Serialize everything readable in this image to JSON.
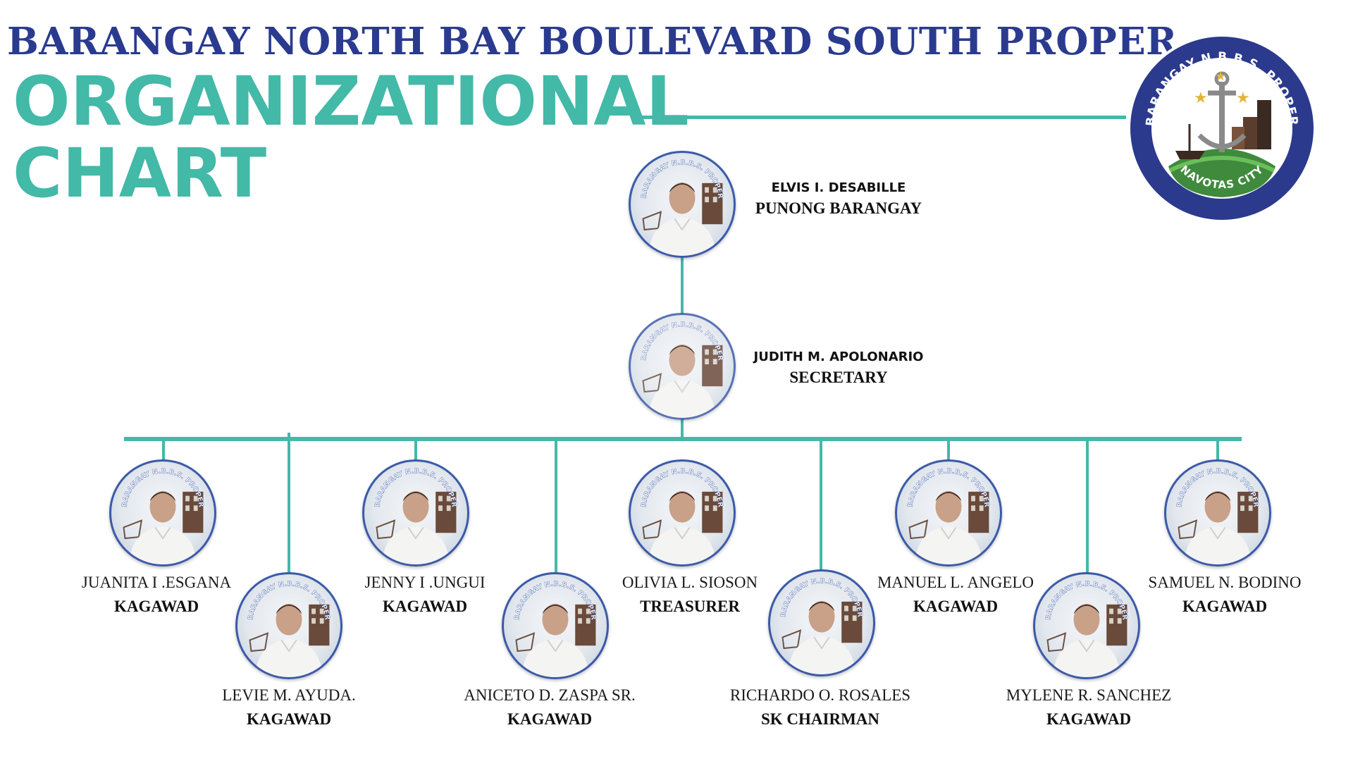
{
  "header": {
    "barangay": "BARANGAY NORTH BAY BOULEVARD SOUTH PROPER",
    "title_line1": "ORGANIZATIONAL",
    "title_line2": "CHART"
  },
  "logo": {
    "top_text": "BARANGAY N.B.B.S. PROPER",
    "bottom_text": "NAVOTAS CITY",
    "icon": "anchor-seal-icon"
  },
  "photo_badge_text": "BARANGAY N.B.B.S. PROPER",
  "colors": {
    "title_blue": "#2a3b8f",
    "teal": "#43b9a8",
    "badge_ring": "#3b5aa8"
  },
  "officials": {
    "captain": {
      "name": "ELVIS I. DESABILLE",
      "role": "PUNONG BARANGAY"
    },
    "secretary": {
      "name": "JUDITH M. APOLONARIO",
      "role": "SECRETARY"
    },
    "members": [
      {
        "name": "JUANITA I .ESGANA",
        "role": "KAGAWAD"
      },
      {
        "name": "LEVIE M. AYUDA.",
        "role": "KAGAWAD"
      },
      {
        "name": "JENNY I .UNGUI",
        "role": "KAGAWAD"
      },
      {
        "name": "ANICETO D. ZASPA SR.",
        "role": "KAGAWAD"
      },
      {
        "name": "OLIVIA L. SIOSON",
        "role": "TREASURER"
      },
      {
        "name": "RICHARDO O. ROSALES",
        "role": "SK CHAIRMAN"
      },
      {
        "name": "MANUEL L. ANGELO",
        "role": "KAGAWAD"
      },
      {
        "name": "MYLENE R. SANCHEZ",
        "role": "KAGAWAD"
      },
      {
        "name": "SAMUEL N. BODINO",
        "role": "KAGAWAD"
      }
    ]
  }
}
